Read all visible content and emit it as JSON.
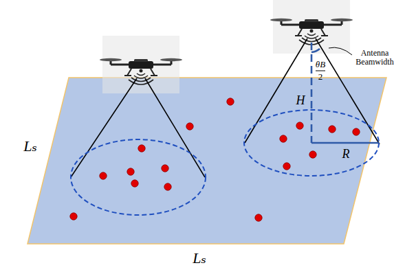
{
  "diagram": {
    "labels": [
      "Lₛ",
      "Lₛ",
      "H",
      "R",
      "θB",
      "2",
      "Antenna Beamwidth"
    ]
  }
}
